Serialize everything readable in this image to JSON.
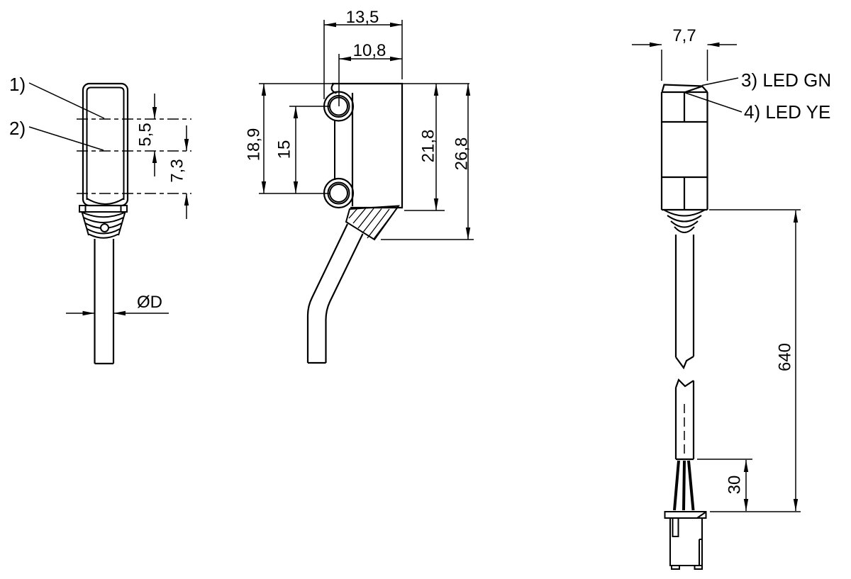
{
  "drawing": {
    "background": "#ffffff",
    "line_color": "#000000",
    "front_view": {
      "callout_1": "1)",
      "callout_2": "2)",
      "dim_axis_offset": "5,5",
      "dim_axis_to_bottom": "7,3",
      "dim_cable_diameter": "ØD"
    },
    "side_view": {
      "dim_depth": "13,5",
      "dim_hole_to_front": "10,8",
      "dim_top_to_hole": "18,9",
      "dim_hole_spacing": "15",
      "dim_housing_height": "21,8",
      "dim_total_height": "26,8"
    },
    "rear_view": {
      "dim_width": "7,7",
      "callout_3": "3) LED GN",
      "callout_4": "4) LED YE",
      "dim_cable_length": "640",
      "dim_wire_length": "30"
    }
  }
}
